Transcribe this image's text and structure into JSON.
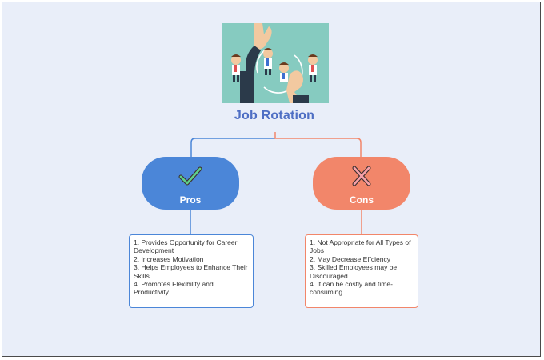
{
  "title": "Job Rotation",
  "colors": {
    "pros": "#4b86d8",
    "cons": "#f2866a",
    "title": "#4f6fc4",
    "background": "#e9eef9",
    "illustration_bg": "#86cbc0"
  },
  "illustration": {
    "icon": "job-rotation-illustration-icon"
  },
  "pros": {
    "label": "Pros",
    "icon": "check-mark-icon",
    "items": [
      "1. Provides Opportunity for Career Development",
      "2. Increases Motivation",
      "3. Helps Employees to Enhance Their Skills",
      "4. Promotes Flexibility and Productivity"
    ]
  },
  "cons": {
    "label": "Cons",
    "icon": "cross-mark-icon",
    "items": [
      "1. Not Appropriate for All Types of Jobs",
      "2. May Decrease Effciency",
      "3. Skilled Employees may be Discouraged",
      "4. It can be costly and time-consuming"
    ]
  }
}
